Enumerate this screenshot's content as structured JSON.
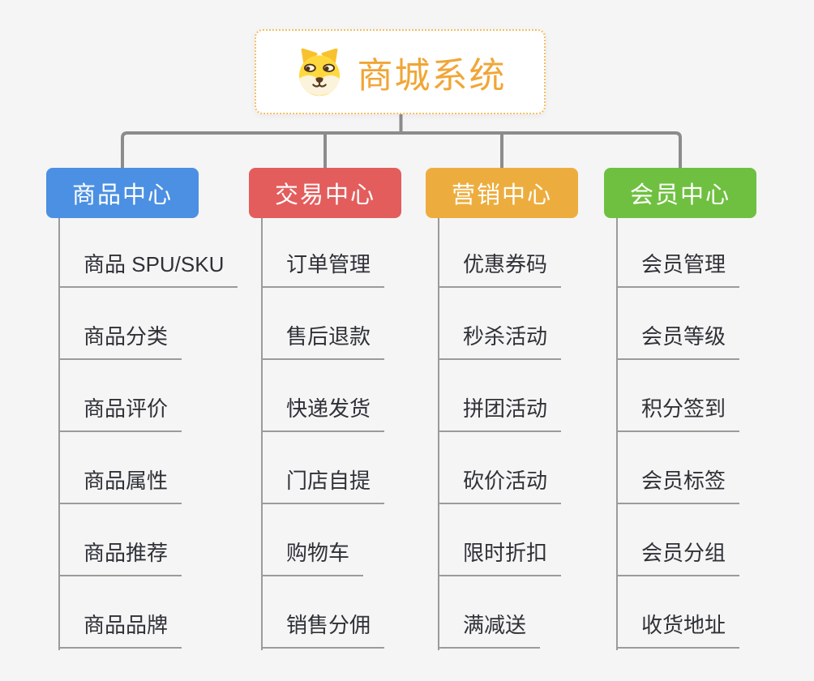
{
  "canvas": {
    "background": "#F5F5F6"
  },
  "root": {
    "title": "商城系统",
    "icon": "dog-face",
    "text_color": "#F0A637",
    "border_color": "#F5BD62"
  },
  "connectors": {
    "tree_color": "#8C8C8C",
    "leaf_line_color": "#9B9B9B"
  },
  "branches": [
    {
      "label": "商品中心",
      "color": "#4B90E2",
      "children": [
        "商品 SPU/SKU",
        "商品分类",
        "商品评价",
        "商品属性",
        "商品推荐",
        "商品品牌"
      ]
    },
    {
      "label": "交易中心",
      "color": "#E35D5D",
      "children": [
        "订单管理",
        "售后退款",
        "快递发货",
        "门店自提",
        "购物车",
        "销售分佣"
      ]
    },
    {
      "label": "营销中心",
      "color": "#EDAD3E",
      "children": [
        "优惠券码",
        "秒杀活动",
        "拼团活动",
        "砍价活动",
        "限时折扣",
        "满减送"
      ]
    },
    {
      "label": "会员中心",
      "color": "#6FC040",
      "children": [
        "会员管理",
        "会员等级",
        "积分签到",
        "会员标签",
        "会员分组",
        "收货地址"
      ]
    }
  ]
}
